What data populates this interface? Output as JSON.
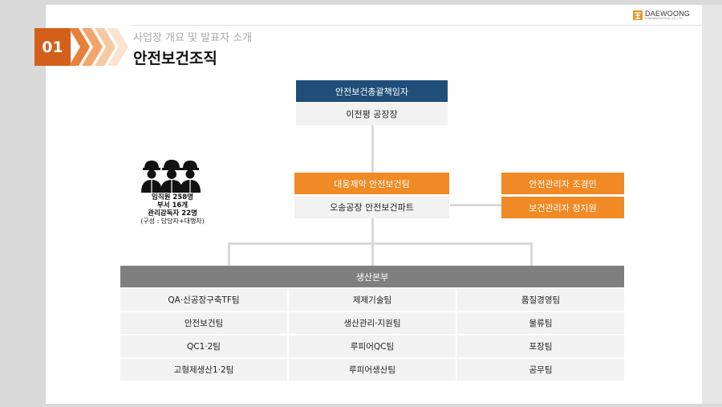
{
  "header": {
    "number": "01",
    "subtitle": "사업장 개요 및 발표자 소개",
    "title": "안전보건조직"
  },
  "logo": {
    "name": "DAEWOONG",
    "sub": "PHARMACEUTICAL CO.,LTD"
  },
  "colors": {
    "navy": "#1f4e79",
    "orange": "#f08a24",
    "badge": "#d2601a",
    "gray": "#7f7f7f"
  },
  "org": {
    "top": {
      "role": "안전보건총괄책임자",
      "name": "이전평 공장장"
    },
    "team": {
      "title": "대웅제약 안전보건팀",
      "part": "오송공장 안전보건파트"
    },
    "managers": [
      "안전관리자 조경민",
      "보건관리자 정지원"
    ]
  },
  "stats": {
    "employees": "임직원 258명",
    "departments": "부서 16개",
    "supervisors": "관리감독자 22명",
    "note": "(구성 : 담당자+대행자)"
  },
  "table": {
    "header": "생산본부",
    "rows": [
      [
        "QA·신공장구축TF팀",
        "제제기술팀",
        "품질경영팀"
      ],
      [
        "안전보건팀",
        "생산관리·지원팀",
        "물류팀"
      ],
      [
        "QC1·2팀",
        "루피어QC팀",
        "포장팀"
      ],
      [
        "고형제생산1·2팀",
        "루피어생산팀",
        "공무팀"
      ]
    ]
  }
}
